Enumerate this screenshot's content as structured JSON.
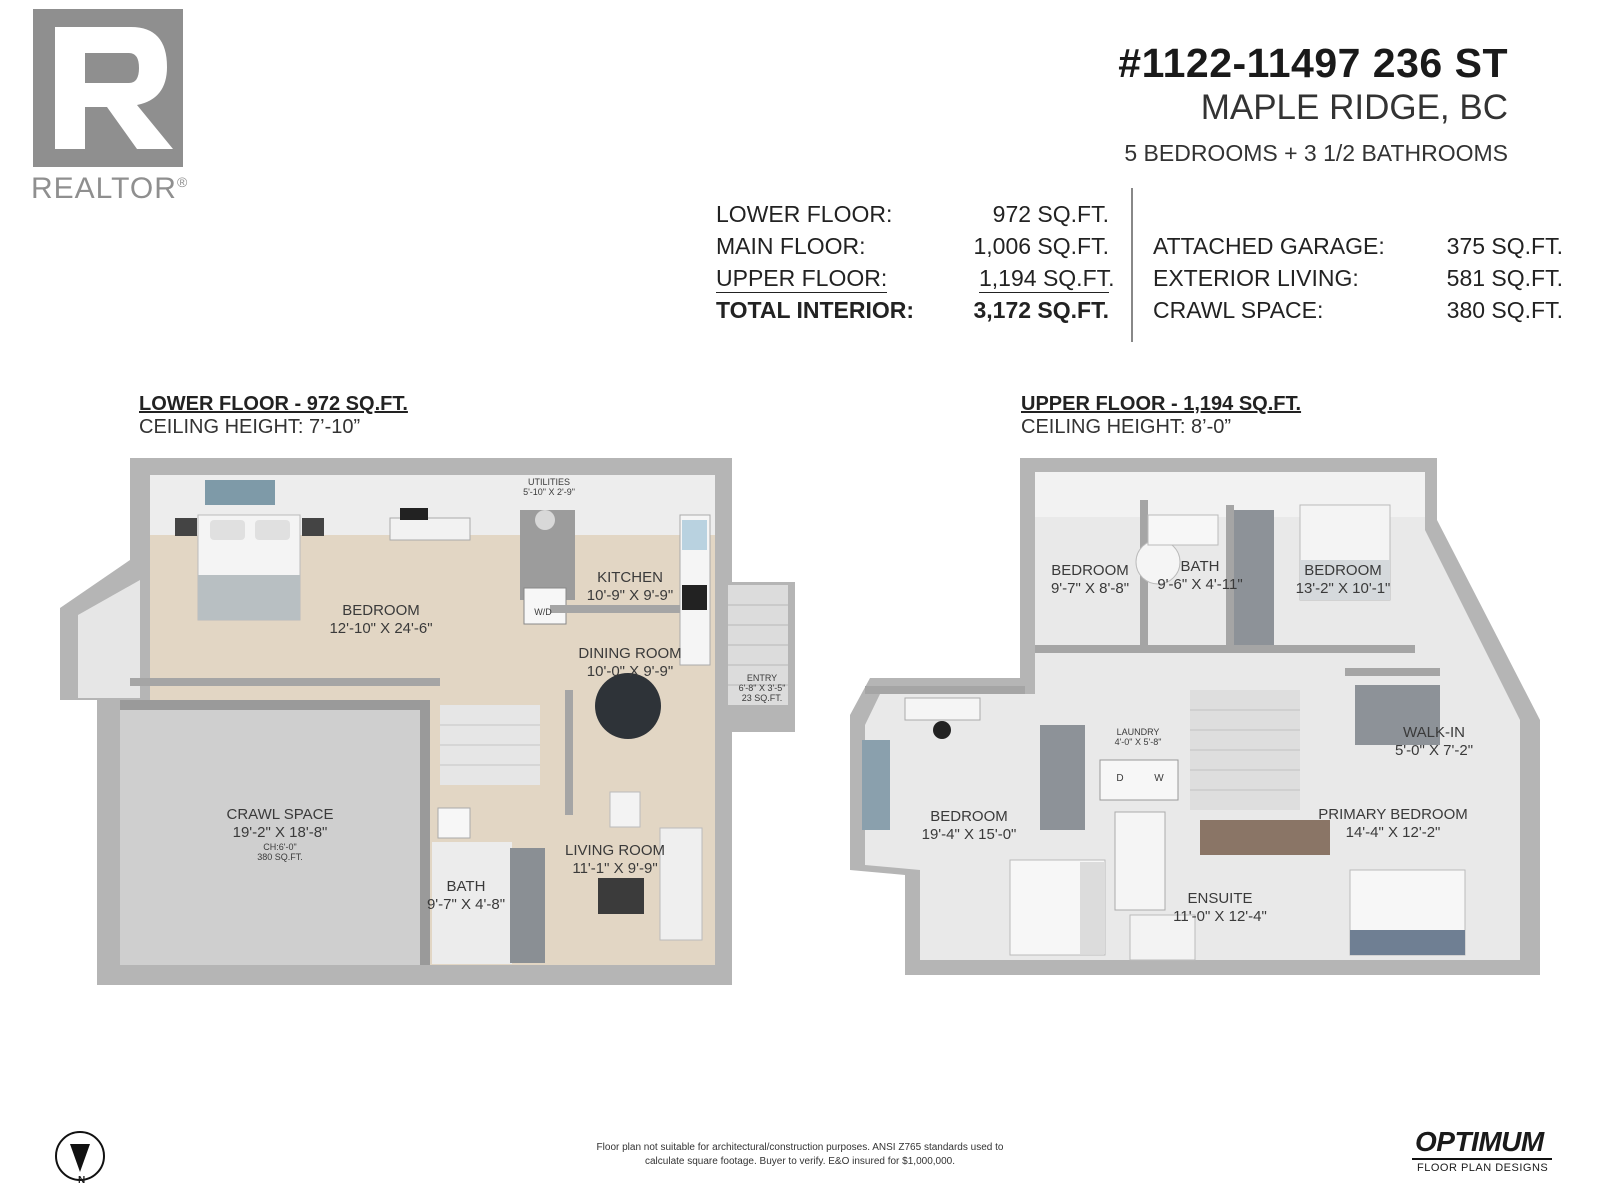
{
  "logo": {
    "word": "REALTOR",
    "mark": "®"
  },
  "header": {
    "address": "#1122-11497 236 ST",
    "city": "MAPLE RIDGE, BC",
    "rooms": "5 BEDROOMS + 3 1/2 BATHROOMS"
  },
  "areas_left": [
    {
      "label": "LOWER FLOOR:",
      "value": "972 SQ.FT."
    },
    {
      "label": "MAIN FLOOR:",
      "value": "1,006 SQ.FT."
    },
    {
      "label": "UPPER FLOOR:",
      "value": "1,194 SQ.FT."
    },
    {
      "label": "TOTAL INTERIOR:",
      "value": "3,172 SQ.FT."
    }
  ],
  "areas_right": [
    {
      "label": "ATTACHED GARAGE:",
      "value": "375 SQ.FT."
    },
    {
      "label": "EXTERIOR LIVING:",
      "value": "581 SQ.FT."
    },
    {
      "label": "CRAWL SPACE:",
      "value": "380 SQ.FT."
    }
  ],
  "lower_floor": {
    "title": "LOWER FLOOR - 972 SQ.FT.",
    "ceiling": "CEILING HEIGHT: 7’-10”",
    "rooms": {
      "utilities": {
        "name": "UTILITIES",
        "dim": "5'-10\" X 2'-9\""
      },
      "kitchen": {
        "name": "KITCHEN",
        "dim": "10'-9\" X 9'-9\""
      },
      "bedroom": {
        "name": "BEDROOM",
        "dim": "12'-10\" X 24'-6\""
      },
      "dining": {
        "name": "DINING ROOM",
        "dim": "10'-0\" X 9'-9\""
      },
      "entry": {
        "name": "ENTRY",
        "dim": "6'-8\" X 3'-5\"",
        "area": "23 SQ.FT."
      },
      "crawl": {
        "name": "CRAWL SPACE",
        "dim": "19'-2\" X 18'-8\"",
        "ch": "CH:6'-0\"",
        "area": "380 SQ.FT."
      },
      "living": {
        "name": "LIVING ROOM",
        "dim": "11'-1\" X 9'-9\""
      },
      "bath": {
        "name": "BATH",
        "dim": "9'-7\" X 4'-8\""
      },
      "wd": "W/D"
    }
  },
  "upper_floor": {
    "title": "UPPER FLOOR - 1,194 SQ.FT.",
    "ceiling": "CEILING HEIGHT: 8’-0”",
    "rooms": {
      "bedroom1": {
        "name": "BEDROOM",
        "dim": "9'-7\" X 8'-8\""
      },
      "bath": {
        "name": "BATH",
        "dim": "9'-6\" X 4'-11\""
      },
      "bedroom2": {
        "name": "BEDROOM",
        "dim": "13'-2\" X 10'-1\""
      },
      "laundry": {
        "name": "LAUNDRY",
        "dim": "4'-0\" X 5'-8\"",
        "d": "D",
        "w": "W"
      },
      "walkin": {
        "name": "WALK-IN",
        "dim": "5'-0\" X 7'-2\""
      },
      "bedroom3": {
        "name": "BEDROOM",
        "dim": "19'-4\" X 15'-0\""
      },
      "primary": {
        "name": "PRIMARY BEDROOM",
        "dim": "14'-4\" X 12'-2\""
      },
      "ensuite": {
        "name": "ENSUITE",
        "dim": "11'-0\" X 12'-4\""
      }
    }
  },
  "compass": {
    "letter": "N"
  },
  "footer": {
    "note1": "Floor plan not suitable for architectural/construction purposes. ANSI Z765 standards used to",
    "note2": "calculate square footage. Buyer to verify.  E&O insured for $1,000,000."
  },
  "brand": {
    "top": "OPTIMUM",
    "bottom": "FLOOR PLAN DESIGNS"
  },
  "colors": {
    "wall": "#9a9a9a",
    "floor_wood": "#e2d6c4",
    "floor_tile": "#ececec",
    "carpet": "#cfcfcf"
  }
}
